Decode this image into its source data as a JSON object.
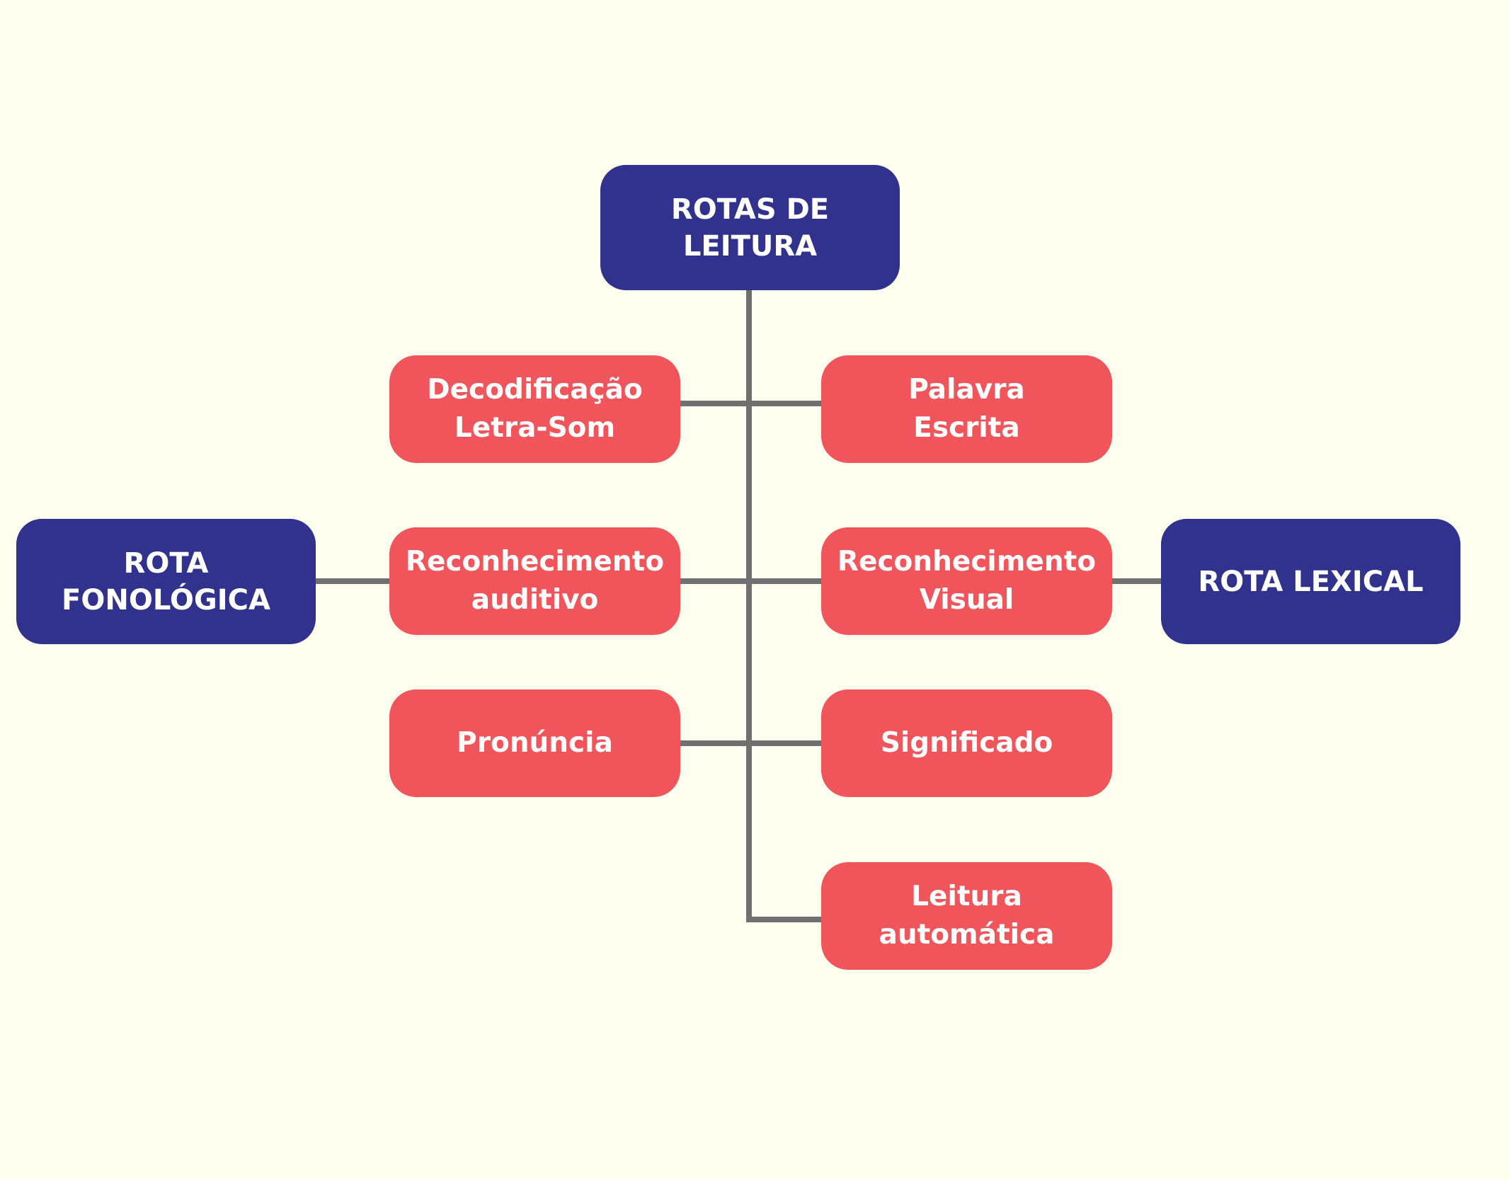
{
  "colors": {
    "background": "#FEFFEE",
    "primary_node": "#31318E",
    "secondary_node": "#F0555B",
    "connector": "#707070",
    "text": "#FFFFFF"
  },
  "nodes": {
    "root": "ROTAS DE LEITURA",
    "phonological_route": "ROTA FONOLÓGICA",
    "lexical_route": "ROTA LEXICAL",
    "letter_sound_decoding": "Decodificação\nLetra-Som",
    "written_word": "Palavra\nEscrita",
    "auditory_recognition": "Reconhecimento\nauditivo",
    "visual_recognition": "Reconhecimento\nVisual",
    "pronunciation": "Pronúncia",
    "meaning": "Significado",
    "automatic_reading": "Leitura\nautomática"
  }
}
